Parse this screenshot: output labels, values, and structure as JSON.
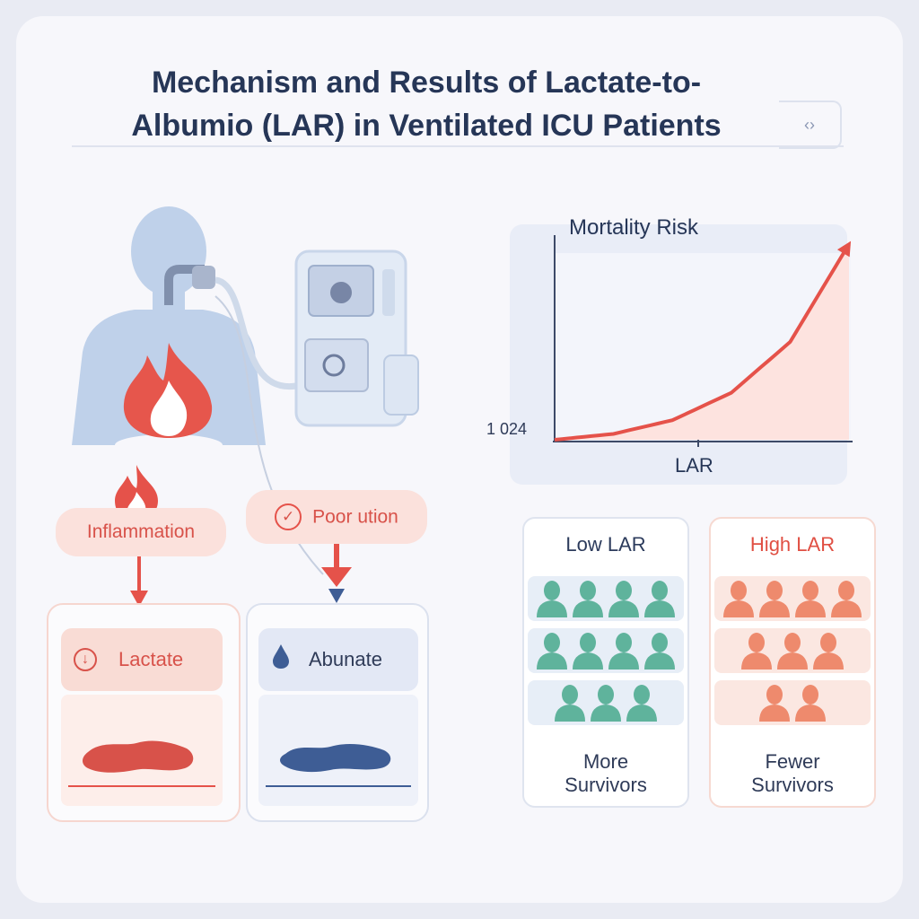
{
  "title": {
    "line1": "Mechanism and Results of Lactate-to-",
    "line2": "Albumio (LAR) in Ventilated ICU Patients",
    "tag": "‹›"
  },
  "mechanism": {
    "inflammation_label": "Inflammation",
    "poor_label": "Poor ution",
    "lactate_label": "Lactate",
    "albumin_label": "Abunate"
  },
  "chart": {
    "title": "Mortality Risk",
    "xlabel": "LAR",
    "tick_label": "1 024"
  },
  "chart_data": {
    "type": "area",
    "title": "Mortality Risk",
    "xlabel": "LAR",
    "ylabel": "",
    "trend": "exponential increase",
    "x": [
      0,
      0.2,
      0.4,
      0.6,
      0.8,
      1.0
    ],
    "y": [
      0,
      0.03,
      0.1,
      0.24,
      0.5,
      1.0
    ],
    "ylim": [
      0,
      1
    ],
    "grid": false,
    "colors": {
      "line": "#e5524a",
      "fill": "#fde3df"
    }
  },
  "groups": [
    {
      "title": "Low LAR",
      "footer_line1": "More",
      "footer_line2": "Survivors",
      "rows": [
        4,
        4,
        3
      ],
      "person_color": "#5fb39c",
      "band_color": "#e7eef7",
      "title_color": "#2c3b5c"
    },
    {
      "title": "High LAR",
      "footer_line1": "Fewer",
      "footer_line2": "Survivors",
      "rows": [
        4,
        3,
        2
      ],
      "person_color": "#ee8a6d",
      "band_color": "#fbe7e1",
      "title_color": "#e04f43"
    }
  ],
  "colors": {
    "accent_red": "#e5524a",
    "accent_blue": "#3e5d95",
    "text_dark": "#263657"
  }
}
